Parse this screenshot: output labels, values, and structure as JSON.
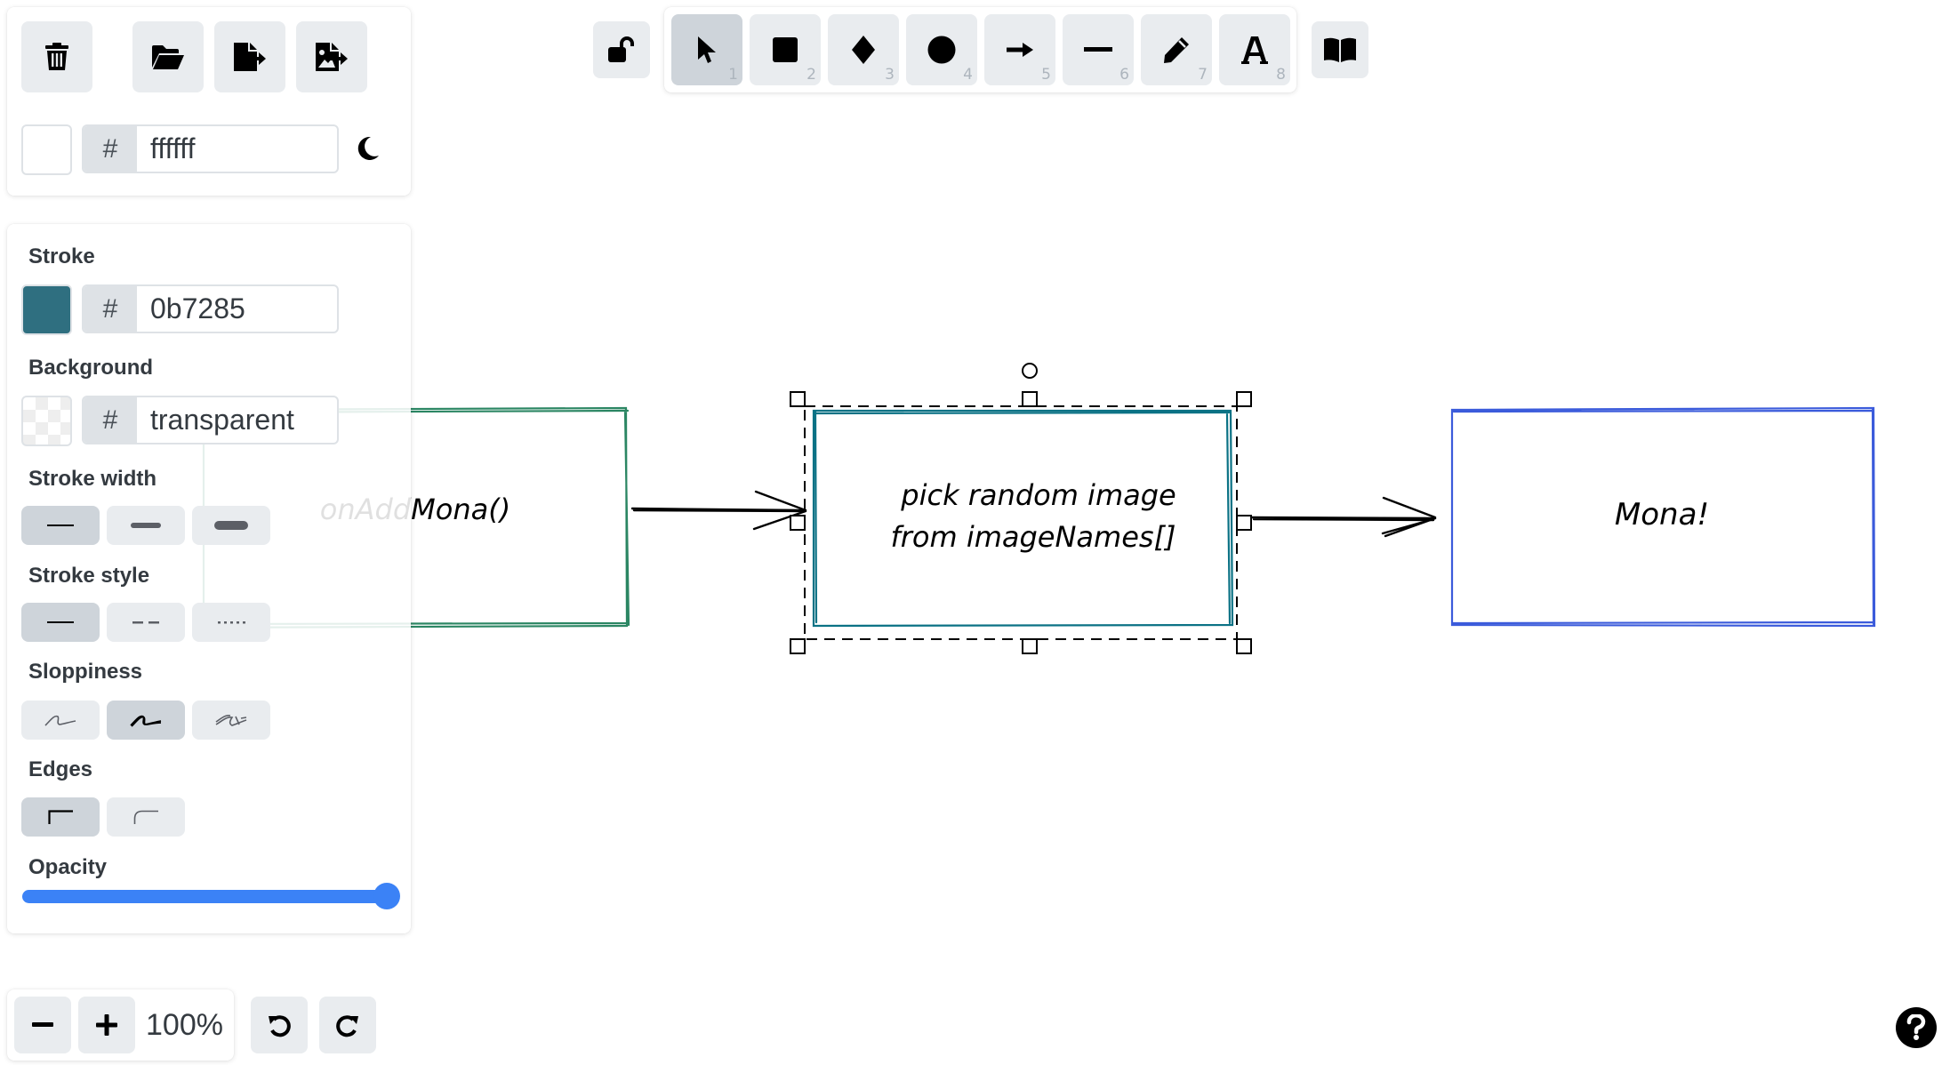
{
  "file_panel": {
    "buttons": [
      {
        "name": "clear-canvas",
        "icon": "trash-icon"
      },
      {
        "name": "load",
        "icon": "folder-open-icon"
      },
      {
        "name": "export",
        "icon": "file-export-icon"
      },
      {
        "name": "export-image",
        "icon": "file-image-export-icon"
      }
    ],
    "canvas_background": {
      "hash": "#",
      "value": "ffffff",
      "swatch_color": "#ffffff"
    },
    "theme_icon": "moon-icon"
  },
  "toolbar": {
    "lock_icon": "unlock-icon",
    "library_icon": "book-open-icon",
    "tools": [
      {
        "name": "selection",
        "icon": "pointer-icon",
        "shortcut": "1",
        "active": true
      },
      {
        "name": "rectangle",
        "icon": "square-icon",
        "shortcut": "2",
        "active": false
      },
      {
        "name": "diamond",
        "icon": "diamond-icon",
        "shortcut": "3",
        "active": false
      },
      {
        "name": "ellipse",
        "icon": "circle-icon",
        "shortcut": "4",
        "active": false
      },
      {
        "name": "arrow",
        "icon": "arrow-right-icon",
        "shortcut": "5",
        "active": false
      },
      {
        "name": "line",
        "icon": "line-icon",
        "shortcut": "6",
        "active": false
      },
      {
        "name": "draw",
        "icon": "pencil-icon",
        "shortcut": "7",
        "active": false
      },
      {
        "name": "text",
        "icon": "text-icon",
        "shortcut": "8",
        "active": false
      }
    ]
  },
  "properties": {
    "stroke_label": "Stroke",
    "stroke": {
      "hash": "#",
      "value": "0b7285",
      "swatch_color": "#2f6f80"
    },
    "background_label": "Background",
    "background": {
      "hash": "#",
      "value": "transparent"
    },
    "stroke_width_label": "Stroke width",
    "stroke_width_options": [
      "thin",
      "bold",
      "extra-bold"
    ],
    "stroke_width_selected": "thin",
    "stroke_style_label": "Stroke style",
    "stroke_style_options": [
      "solid",
      "dashed",
      "dotted"
    ],
    "stroke_style_selected": "solid",
    "sloppiness_label": "Sloppiness",
    "sloppiness_options": [
      "architect",
      "artist",
      "cartoonist"
    ],
    "sloppiness_selected": "artist",
    "edges_label": "Edges",
    "edges_options": [
      "sharp",
      "round"
    ],
    "edges_selected": "sharp",
    "opacity_label": "Opacity",
    "opacity_value": 100
  },
  "zoom": {
    "zoom_out_icon": "minus-icon",
    "zoom_in_icon": "plus-icon",
    "level": "100%",
    "undo_icon": "undo-icon",
    "redo_icon": "redo-icon"
  },
  "help_icon": "help-icon",
  "canvas": {
    "elements": [
      {
        "type": "rectangle",
        "text": "onAddMona()",
        "stroke": "#2b8663"
      },
      {
        "type": "arrow",
        "stroke": "#000000"
      },
      {
        "type": "rectangle",
        "text_lines": [
          "pick random image",
          "from imageNames[]"
        ],
        "stroke": "#0b7285",
        "selected": true
      },
      {
        "type": "arrow",
        "stroke": "#000000"
      },
      {
        "type": "rectangle",
        "text": "Mona!",
        "stroke": "#3b5bdb"
      }
    ]
  }
}
